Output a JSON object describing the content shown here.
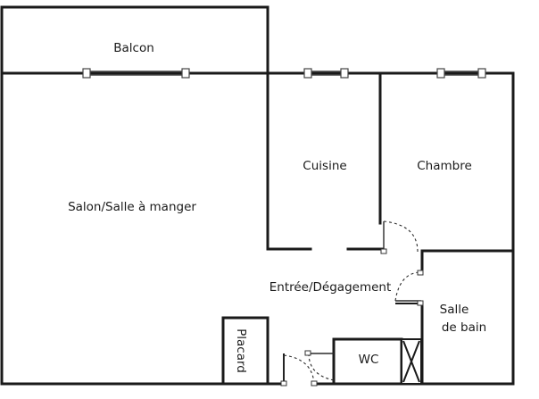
{
  "rooms": {
    "balcon": "Balcon",
    "cuisine": "Cuisine",
    "chambre": "Chambre",
    "salon": "Salon/Salle à manger",
    "entree": "Entrée/Dégagement",
    "salle_de_bain_line1": "Salle",
    "salle_de_bain_line2": "de bain",
    "placard": "Placard",
    "wc": "WC"
  }
}
